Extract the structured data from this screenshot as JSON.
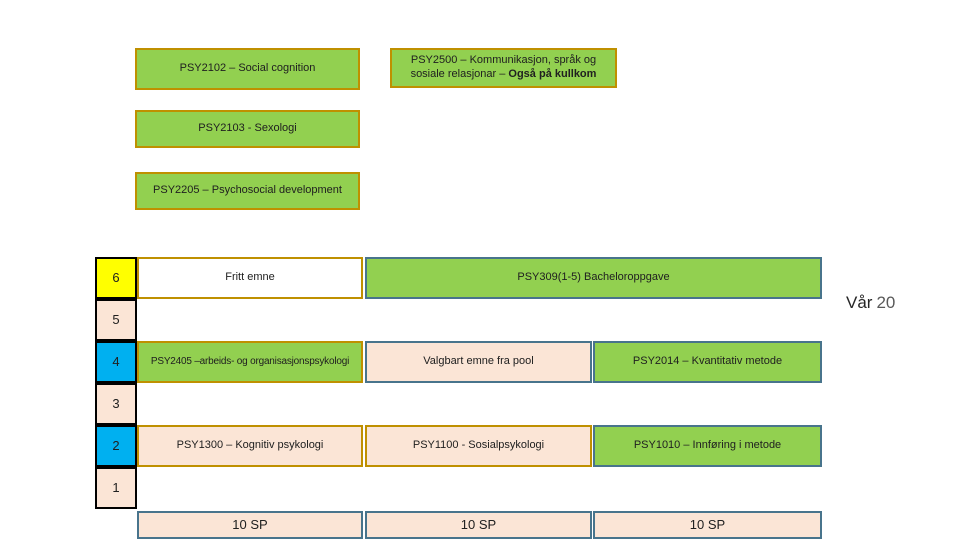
{
  "colors": {
    "course_green": "#92d050",
    "course_peach": "#fbe5d6",
    "row_yellow": "#ffff00",
    "row_cyan": "#00b0f0",
    "border_gold": "#bf9000",
    "border_steel_blue": "#48748c",
    "border_black": "#000000"
  },
  "electives": {
    "psy2102": "PSY2102 – Social cognition",
    "psy2500_normal": "PSY2500 – Kommunikasjon, språk og sosiale relasjonar – ",
    "psy2500_bold": "Også på kullkom",
    "psy2103": "PSY2103 - Sexologi",
    "psy2205": "PSY2205 – Psychosocial development"
  },
  "semester": {
    "name": "Vår",
    "year": "20"
  },
  "grid": {
    "row_numbers": [
      {
        "value": "6"
      },
      {
        "value": "5"
      },
      {
        "value": "4"
      },
      {
        "value": "3"
      },
      {
        "value": "2"
      },
      {
        "value": "1"
      }
    ],
    "courses": {
      "fritt_emne": "Fritt emne",
      "psy309": "PSY309(1-5) Bacheloroppgave",
      "psy2405": "PSY2405 –arbeids- og organisasjonspsykologi",
      "valgbart": "Valgbart emne fra pool",
      "psy2014": "PSY2014 – Kvantitativ metode",
      "psy1300": "PSY1300 – Kognitiv psykologi",
      "psy1100": "PSY1100 - Sosialpsykologi",
      "psy1010": "PSY1010 – Innføring i metode"
    },
    "credits": [
      "10 SP",
      "10 SP",
      "10 SP"
    ]
  }
}
